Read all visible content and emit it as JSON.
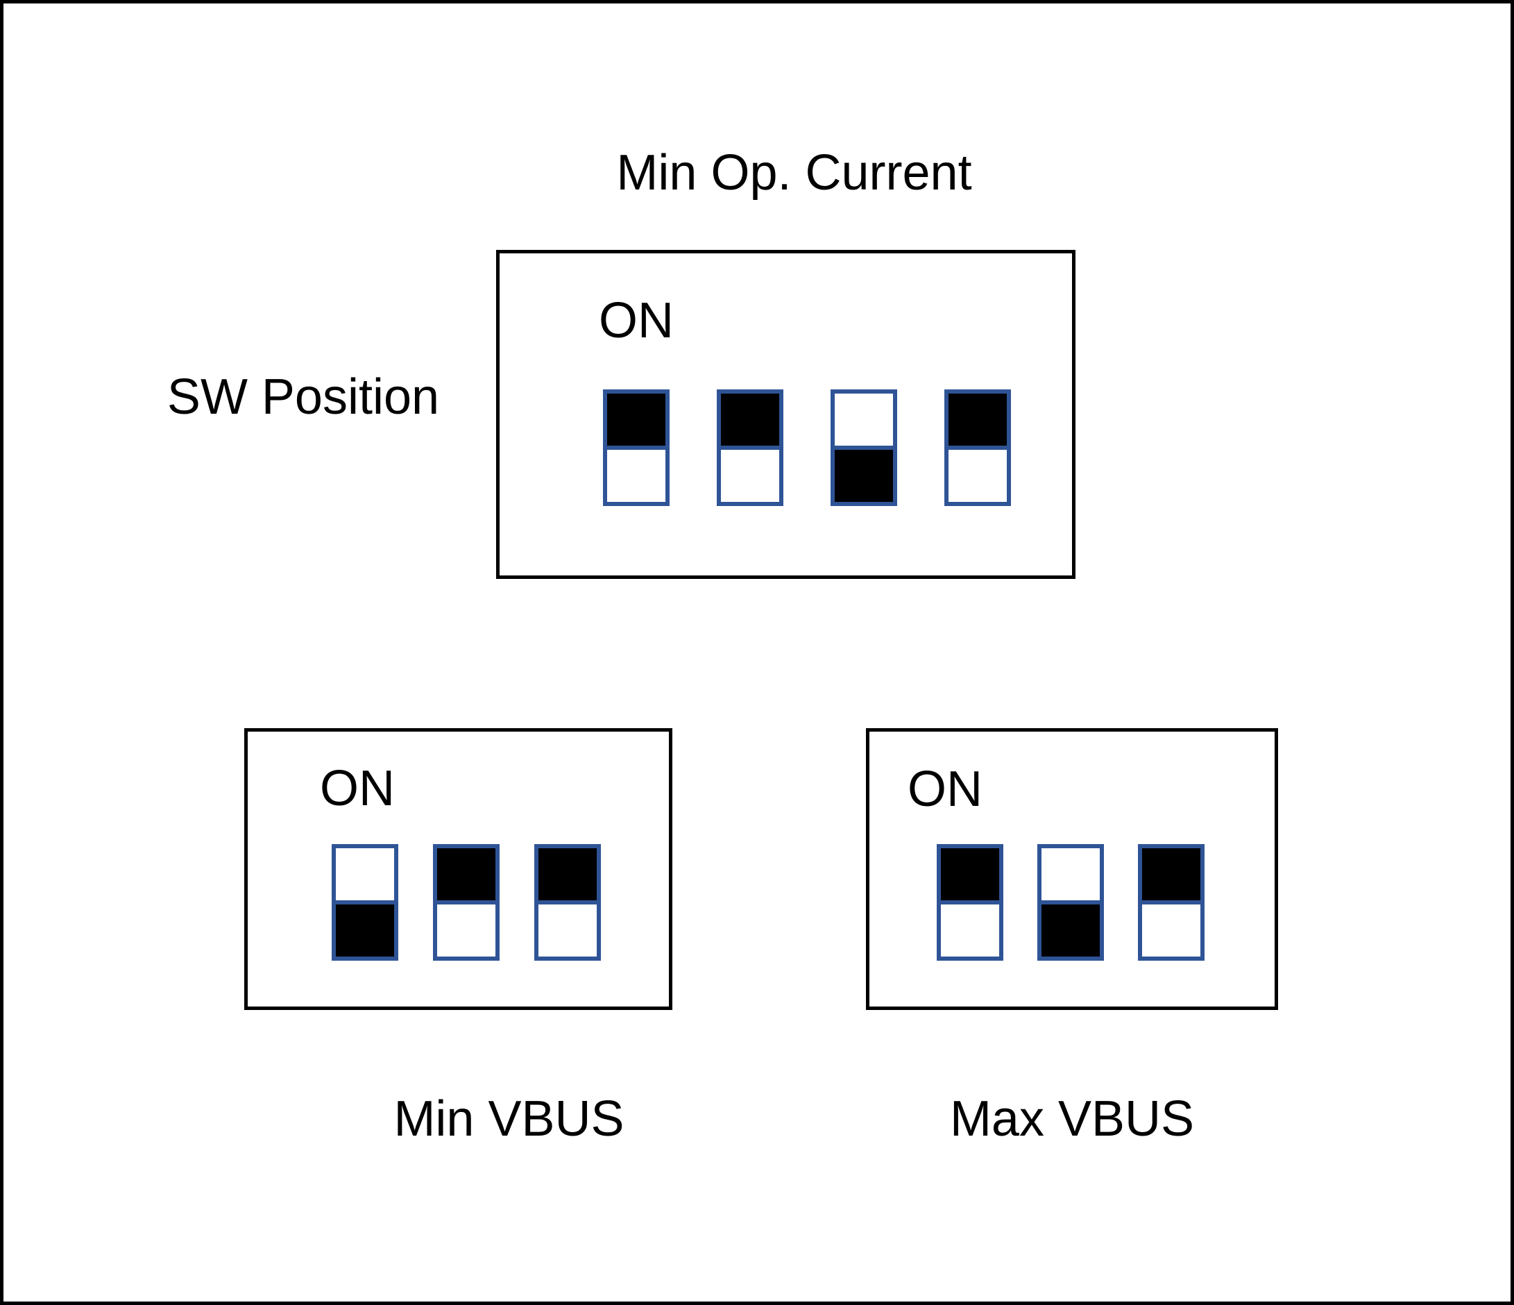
{
  "figure": {
    "title": "Min Op. Current",
    "side_label": "SW Position",
    "panels": [
      {
        "name": "Min Op. Current",
        "on_label": "ON",
        "switches": [
          "on",
          "on",
          "off",
          "on"
        ]
      },
      {
        "name": "Min VBUS",
        "on_label": "ON",
        "caption": "Min VBUS",
        "switches": [
          "off",
          "on",
          "on"
        ]
      },
      {
        "name": "Max VBUS",
        "on_label": "ON",
        "caption": "Max VBUS",
        "switches": [
          "on",
          "off",
          "on"
        ]
      }
    ],
    "colors": {
      "switch_border": "#2F5496",
      "switch_on_fill": "#000000",
      "switch_off_fill": "#FFFFFF",
      "panel_border": "#000000",
      "background": "#FFFFFF",
      "text": "#000000"
    }
  }
}
